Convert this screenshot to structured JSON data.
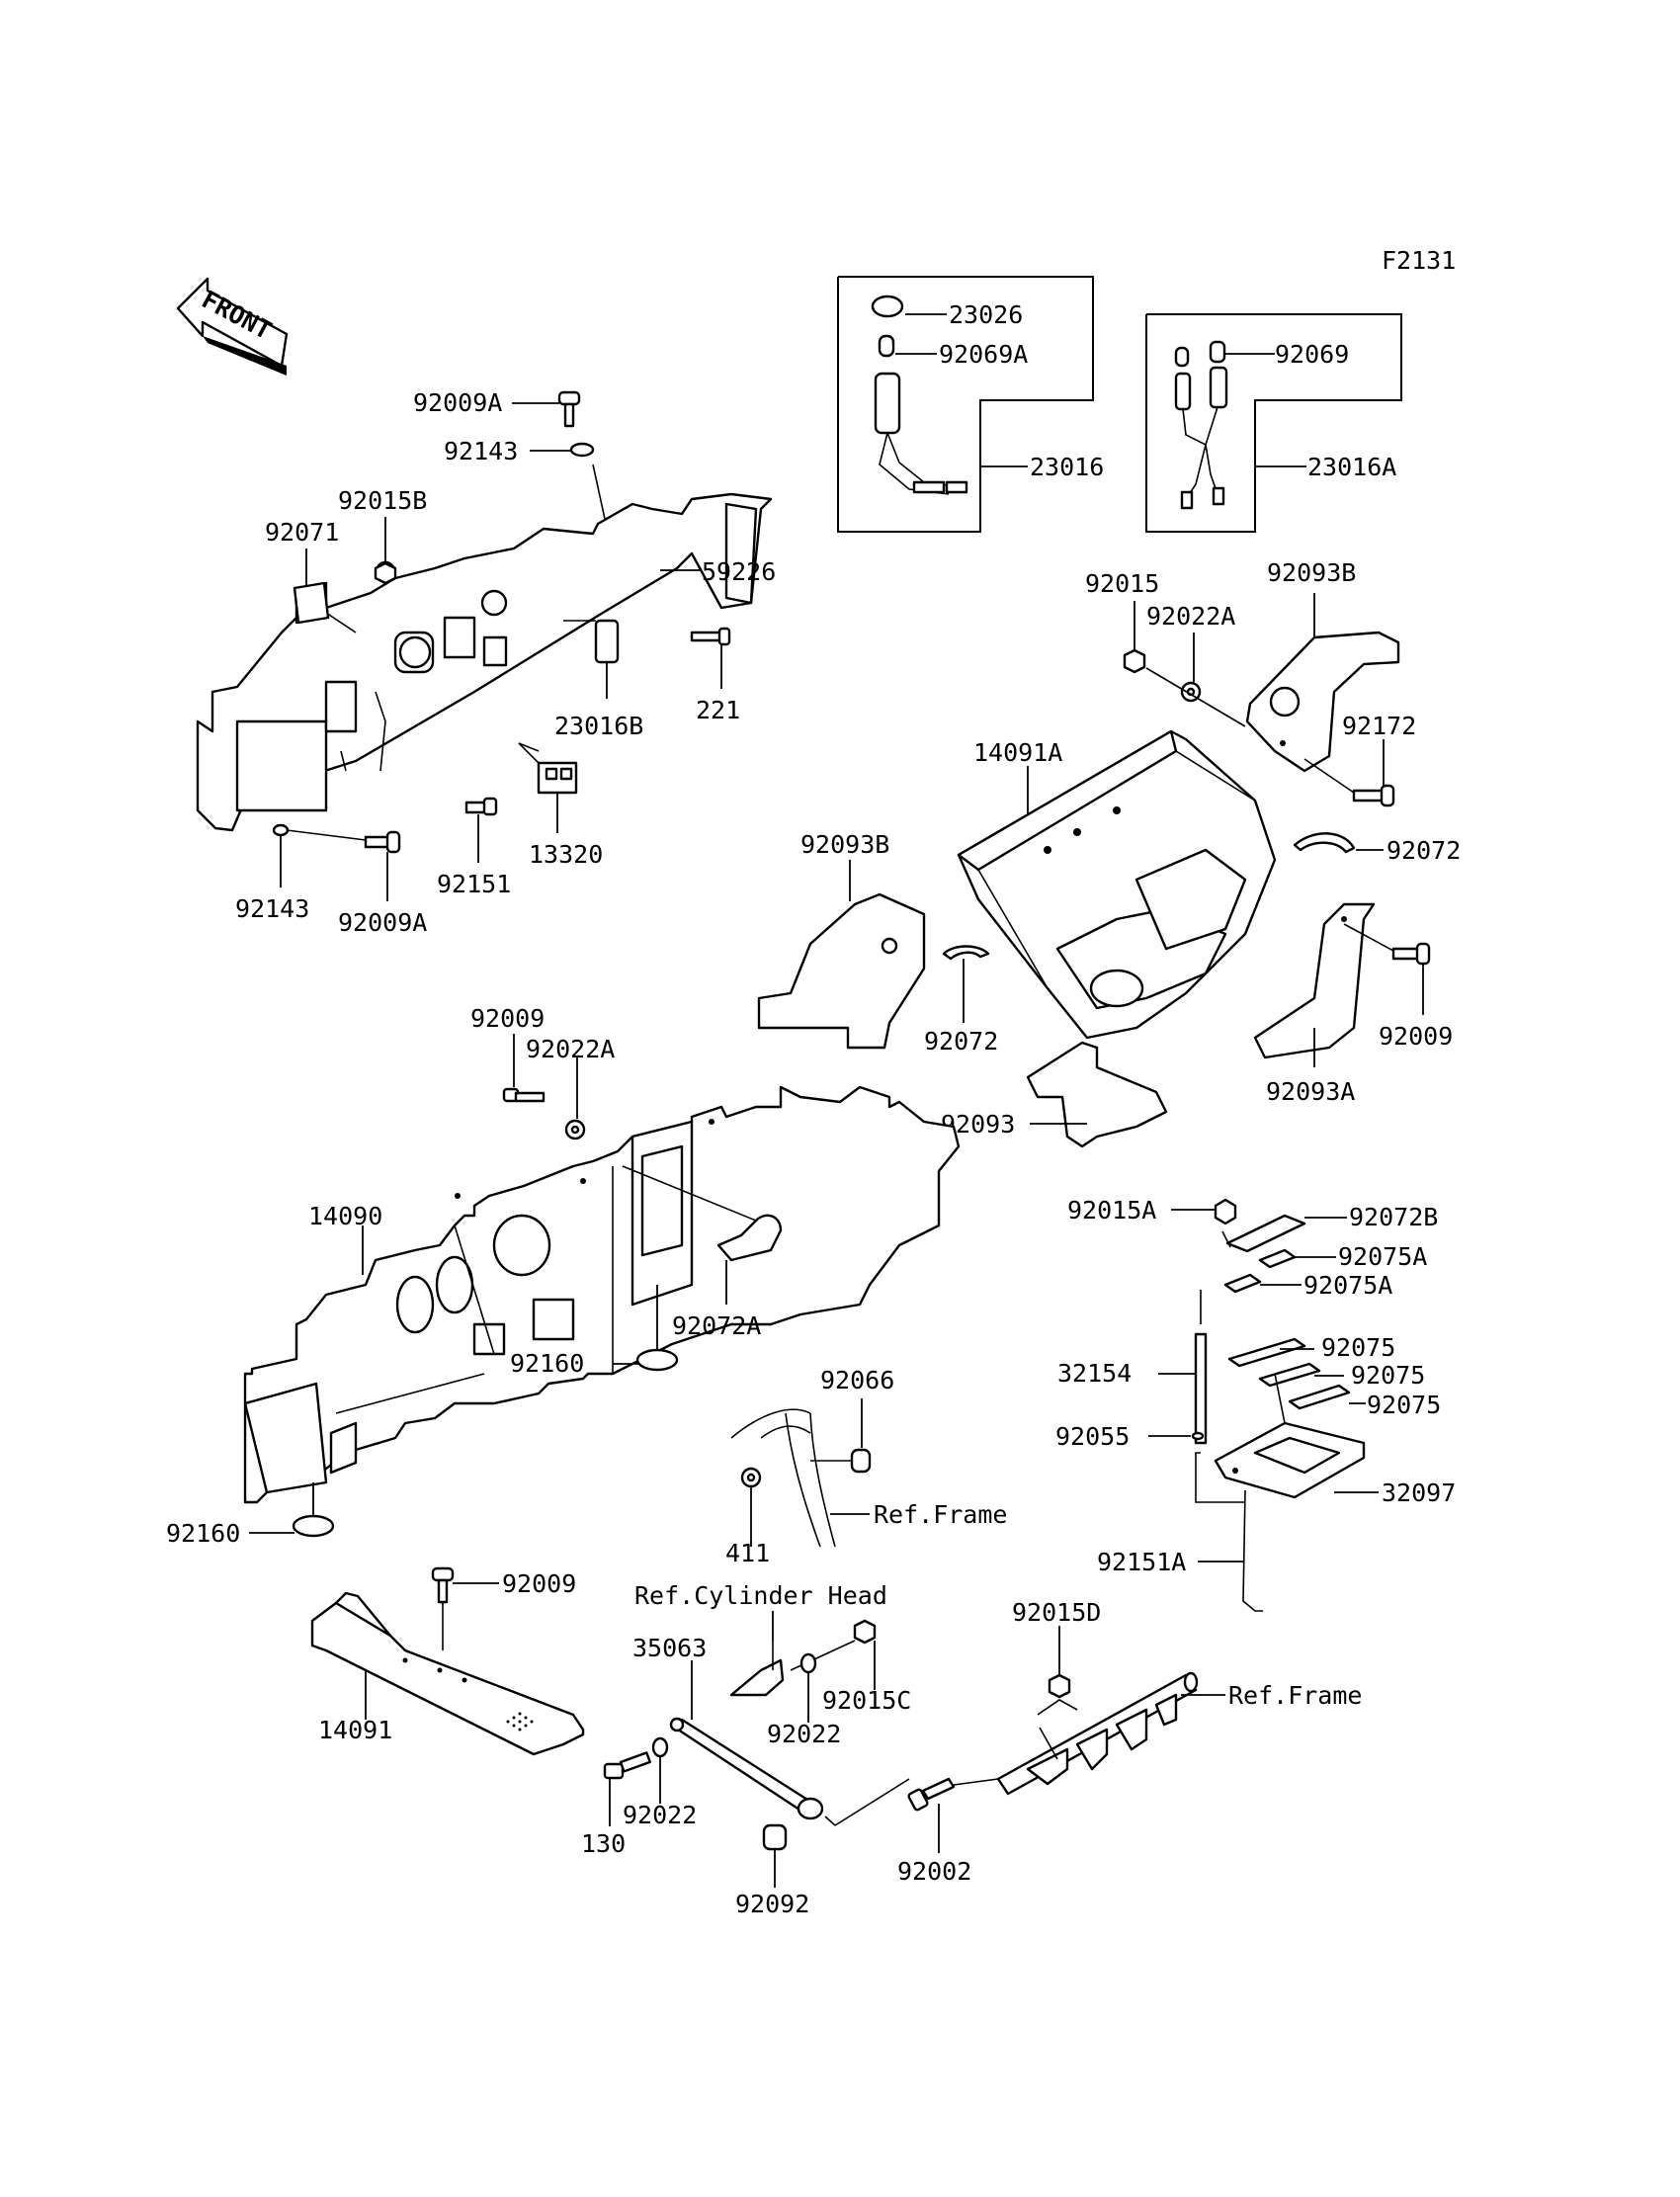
{
  "figure_code": "F2131",
  "front_arrow": "FRONT",
  "callouts": {
    "p23026": "23026",
    "p92069A": "92069A",
    "p23016": "23016",
    "p92069": "92069",
    "p23016A": "23016A",
    "p92009A_top": "92009A",
    "p92143_top": "92143",
    "p92015B": "92015B",
    "p92071": "92071",
    "p59226": "59226",
    "p23016B": "23016B",
    "p221": "221",
    "p13320": "13320",
    "p92151": "92151",
    "p92143_bot": "92143",
    "p92009A_bot": "92009A",
    "p92015": "92015",
    "p92022A_right": "92022A",
    "p92093B_right": "92093B",
    "p92172": "92172",
    "p14091A": "14091A",
    "p92072_right": "92072",
    "p92093B_left": "92093B",
    "p92072_left": "92072",
    "p92009_right": "92009",
    "p92093A": "92093A",
    "p92093": "92093",
    "p92009_mid": "92009",
    "p92022A_mid": "92022A",
    "p14090": "14090",
    "p92072A": "92072A",
    "p92160_mid": "92160",
    "p92160_bot": "92160",
    "p92066": "92066",
    "p411": "411",
    "ref_frame_1": "Ref.Frame",
    "p92015A": "92015A",
    "p92072B": "92072B",
    "p92075A_1": "92075A",
    "p92075A_2": "92075A",
    "p32154": "32154",
    "p92075_1": "92075",
    "p92075_2": "92075",
    "p92075_3": "92075",
    "p92055": "92055",
    "p32097": "32097",
    "p92151A": "92151A",
    "p92009_bot": "92009",
    "p14091": "14091",
    "ref_cyl_head": "Ref.Cylinder Head",
    "p35063": "35063",
    "p92015C": "92015C",
    "p92022_a": "92022",
    "p92022_b": "92022",
    "p130": "130",
    "p92092": "92092",
    "p92015D": "92015D",
    "ref_frame_2": "Ref.Frame",
    "p92002": "92002"
  }
}
